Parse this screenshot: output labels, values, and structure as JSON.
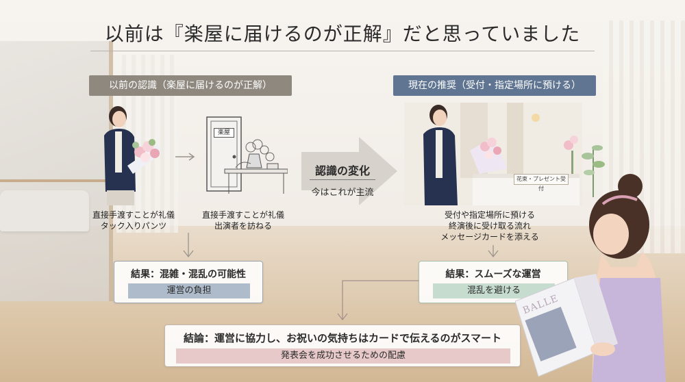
{
  "title": "以前は『楽屋に届けるのが正解』だと思っていました",
  "left_section": {
    "header": "以前の認識（楽屋に届けるのが正解）",
    "door_sign": "楽屋",
    "caption1": [
      "直接手渡すことが礼儀",
      "タック入りパンツ"
    ],
    "caption2": [
      "直接手渡すことが礼儀",
      "出演者を訪ねる"
    ],
    "result_title": "結果：混雑・混乱の可能性",
    "result_tag": "運営の負担"
  },
  "middle": {
    "line1": "認識の変化",
    "line2": "今はこれが主流"
  },
  "right_section": {
    "header": "現在の推奨（受付・指定場所に預ける）",
    "desk_sign": "花束・プレゼント受付",
    "caption": [
      "受付や指定場所に預ける",
      "終演後に受け取る流れ",
      "メッセージカードを添える"
    ],
    "result_title": "結果：スムーズな運営",
    "result_tag": "混乱を避ける"
  },
  "conclusion": {
    "title": "結論：運営に協力し、お祝いの気持ちはカードで伝えるのがスマート",
    "tag": "発表会を成功させるための配慮"
  },
  "magazine_text": "BALLE",
  "colors": {
    "left_header": "#8e887f",
    "right_header": "#5f7592",
    "left_tag": "#aebbcb",
    "right_tag": "#c5dccf",
    "conclusion_tag": "#e7c9c9"
  }
}
